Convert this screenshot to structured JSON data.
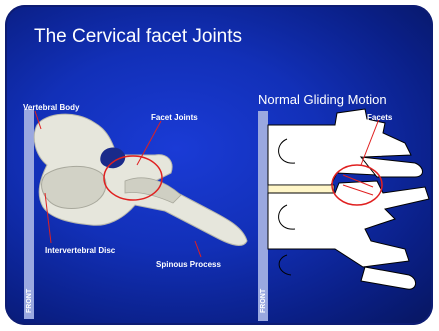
{
  "slide": {
    "title": "The Cervical facet Joints",
    "right_panel_title": "Normal Gliding Motion"
  },
  "left_diagram": {
    "labels": {
      "vertebral_body": "Vertebral Body",
      "facet_joints": "Facet Joints",
      "intervertebral_disc": "Intervertebral Disc",
      "spinous_process": "Spinous Process",
      "front": "FRONT"
    }
  },
  "right_diagram": {
    "labels": {
      "facets": "Facets",
      "front": "FRONT"
    }
  },
  "colors": {
    "background": "#1230b8",
    "bone": "#e6e6dc",
    "highlight_circle": "#e02020",
    "front_bar": "#9aa8e0"
  }
}
